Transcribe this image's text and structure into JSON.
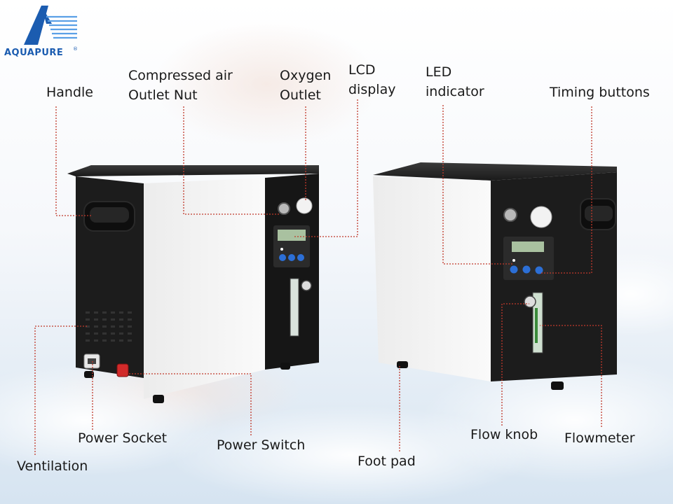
{
  "logo": {
    "brand": "AQUAPURE",
    "registered": "®"
  },
  "labels": {
    "handle": "Handle",
    "compressed_air_line1": "Compressed air",
    "compressed_air_line2": "Outlet Nut",
    "oxygen_line1": "Oxygen",
    "oxygen_line2": "Outlet",
    "lcd_line1": "LCD",
    "lcd_line2": "display",
    "led_line1": "LED",
    "led_line2": "indicator",
    "timing_buttons": "Timing buttons",
    "ventilation": "Ventilation",
    "power_socket": "Power Socket",
    "power_switch": "Power Switch",
    "foot_pad": "Foot pad",
    "flow_knob": "Flow knob",
    "flowmeter": "Flowmeter"
  },
  "colors": {
    "leader_line": "#c0392b",
    "logo_blue": "#1b5cb0",
    "device_black": "#1c1c1c",
    "device_white": "#f7f7f7",
    "display_blue": "#2c6fd6"
  }
}
